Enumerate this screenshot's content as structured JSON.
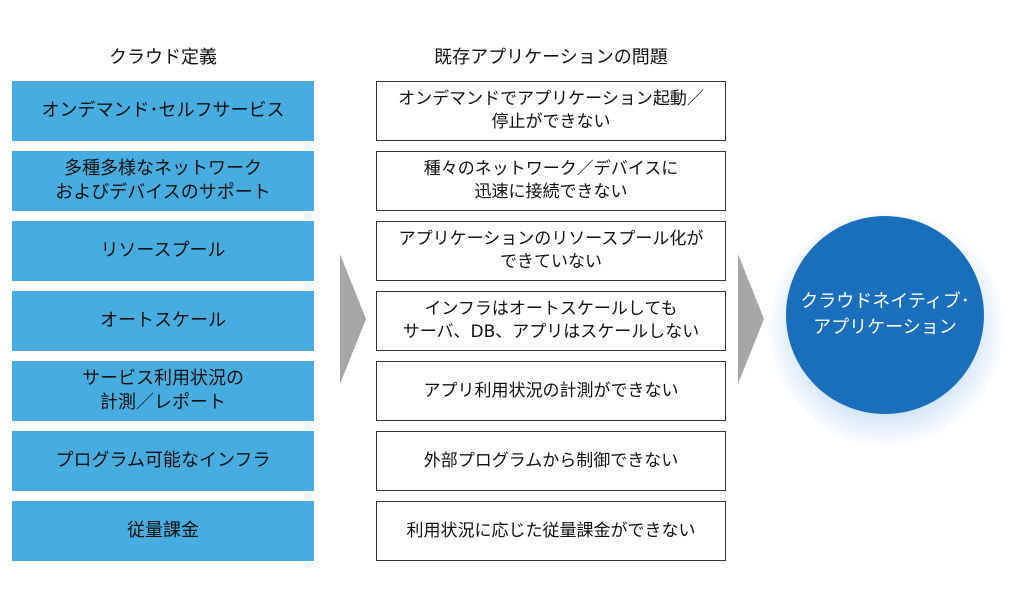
{
  "headings": {
    "definitions": "クラウド定義",
    "problems": "既存アプリケーションの問題"
  },
  "definitions": [
    "オンデマンド･セルフサービス",
    "多種多様なネットワーク\nおよびデバイスのサポート",
    "リソースプール",
    "オートスケール",
    "サービス利用状況の\n計測／レポート",
    "プログラム可能なインフラ",
    "従量課金"
  ],
  "problems": [
    "オンデマンドでアプリケーション起動／\n停止ができない",
    "種々のネットワーク／デバイスに\n迅速に接続できない",
    "アプリケーションのリソースプール化が\nできていない",
    "インフラはオートスケールしても\nサーバ、DB、アプリはスケールしない",
    "アプリ利用状況の計測ができない",
    "外部プログラムから制御できない",
    "利用状況に応じた従量課金ができない"
  ],
  "target": {
    "label": "クラウドネイティブ･\nアプリケーション"
  },
  "colors": {
    "definition_box": "#47ade0",
    "target_circle": "#1a6fbd",
    "arrow": "#a6a6a6",
    "problem_border": "#333333"
  }
}
